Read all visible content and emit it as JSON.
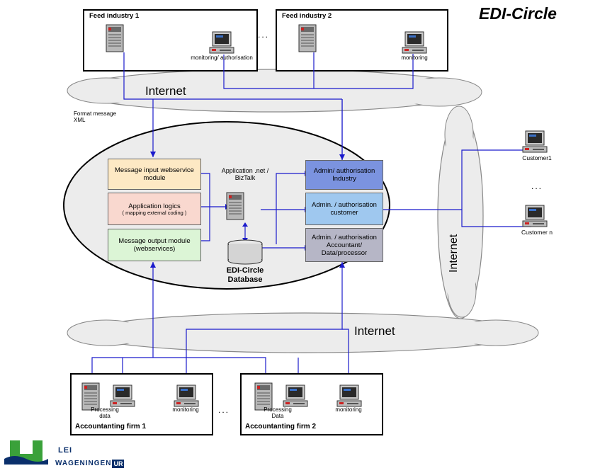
{
  "title": "EDI-Circle",
  "feed_industry_1": {
    "label": "Feed industry 1",
    "monitor_label": "monitoring/ authorisation"
  },
  "feed_industry_2": {
    "label": "Feed industry 2",
    "monitor_label": "monitoring"
  },
  "dots": "...",
  "internet_top": "Internet",
  "internet_bottom": "Internet",
  "internet_right": "Internet",
  "format_message": "Format message XML",
  "modules": {
    "input": "Message input webservice module",
    "logic_title": "Application logics",
    "logic_sub": "( mapping external coding )",
    "output": "Message output module (webservices)"
  },
  "application_label": "Application .net / BizTalk",
  "database_label": "EDI-Circle Database",
  "admin": {
    "industry": "Admin/ authorisation Industry",
    "customer": "Admin. / authorisation customer",
    "accountant": "Admin. / authorisation Accountant/ Data/processor"
  },
  "customers": {
    "customer1": "Customer1",
    "customer_n": "Customer n"
  },
  "accountanting_firm_1": {
    "label": "Accountanting firm 1",
    "processing": "Processing data",
    "monitoring": "monitoring"
  },
  "accountanting_firm_2": {
    "label": "Accountanting firm 2",
    "processing": "Processing Data",
    "monitoring": "monitoring"
  },
  "logo": {
    "lei": "LEI",
    "wageningen": "WAGENINGEN",
    "ur": "UR"
  },
  "colors": {
    "input_module": "#fde9c4",
    "logic_module": "#f9d8cf",
    "output_module": "#dcf5d6",
    "admin_industry": "#7b93df",
    "admin_customer": "#9fc8ef",
    "admin_accountant": "#b6b6c6",
    "line": "#1a1acc",
    "logo_green": "#3aa13a",
    "logo_navy": "#0a2f6b"
  }
}
